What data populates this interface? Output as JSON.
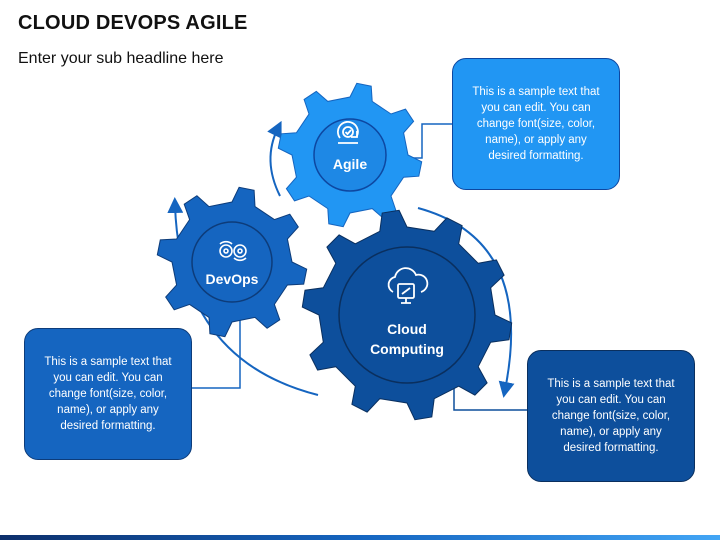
{
  "header": {
    "title": "CLOUD DEVOPS AGILE",
    "subtitle": "Enter your sub headline here"
  },
  "gears": [
    {
      "id": "agile",
      "label": "Agile",
      "icon": "agile-check-icon",
      "color": "#2196f3"
    },
    {
      "id": "devops",
      "label": "DevOps",
      "icon": "devops-gears-icon",
      "color": "#1565c0"
    },
    {
      "id": "cloud",
      "label": "Cloud\nComputing",
      "icon": "cloud-computing-icon",
      "color": "#0d4f9c"
    }
  ],
  "callouts": {
    "agile": "This is a sample text that you can edit. You can change font(size, color, name), or apply any desired formatting.",
    "devops": "This is a sample text that you can edit. You can change font(size, color, name), or apply any desired formatting.",
    "cloud": "This is a sample text that you can edit. You can change font(size, color, name), or apply any desired formatting."
  },
  "colors": {
    "light_blue": "#2196f3",
    "mid_blue": "#1565c0",
    "dark_blue": "#0d4f9c",
    "navy": "#0d2f6b"
  }
}
